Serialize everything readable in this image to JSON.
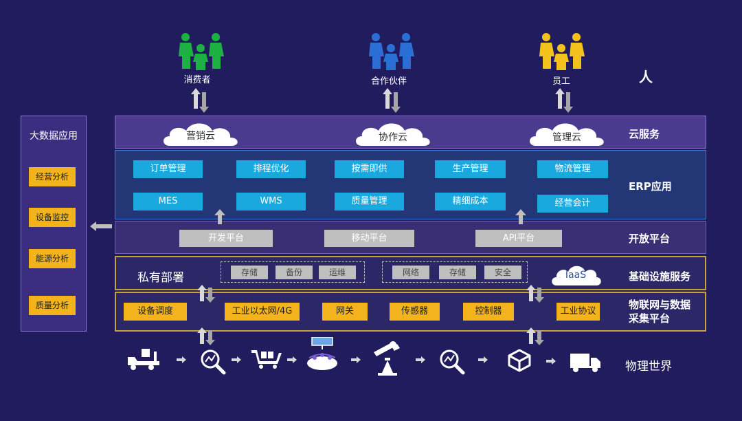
{
  "people": {
    "consumer": "消费者",
    "partner": "合作伙伴",
    "staff": "员工",
    "layer_label": "人"
  },
  "cloud_layer": {
    "clouds": [
      "营销云",
      "协作云",
      "管理云"
    ],
    "label": "云服务"
  },
  "erp_layer": {
    "row1": [
      "订单管理",
      "排程优化",
      "按需即供",
      "生产管理",
      "物流管理"
    ],
    "row2": [
      "MES",
      "WMS",
      "质量管理",
      "精细成本",
      "经营会计"
    ],
    "label": "ERP应用"
  },
  "open_platform": {
    "items": [
      "开发平台",
      "移动平台",
      "API平台"
    ],
    "label": "开放平台"
  },
  "infra_layer": {
    "private": "私有部署",
    "group1": [
      "存储",
      "备份",
      "运维"
    ],
    "group2": [
      "网络",
      "存储",
      "安全"
    ],
    "iaas": "IaaS",
    "label": "基础设施服务"
  },
  "iot_layer": {
    "items": [
      "设备调度",
      "工业以太网/4G",
      "网关",
      "传感器",
      "控制器",
      "工业协议"
    ],
    "label_line1": "物联网与数据",
    "label_line2": "采集平台"
  },
  "big_data": {
    "title": "大数据应用",
    "items": [
      "经营分析",
      "设备监控",
      "能源分析",
      "质量分析"
    ]
  },
  "physical_world": {
    "label": "物理世界",
    "icons": [
      "truck-loading-icon",
      "search-analytics-icon",
      "cart-icon",
      "solar-panel-icon",
      "robot-arm-icon",
      "search-analytics-icon",
      "package-icon",
      "delivery-truck-icon"
    ]
  },
  "colors": {
    "background": "#211c5e",
    "yellow": "#f2b31c",
    "blue": "#1aa9de",
    "green_people": "#1db043",
    "blue_people": "#2b6fd6",
    "yellow_people": "#f3c21d"
  }
}
